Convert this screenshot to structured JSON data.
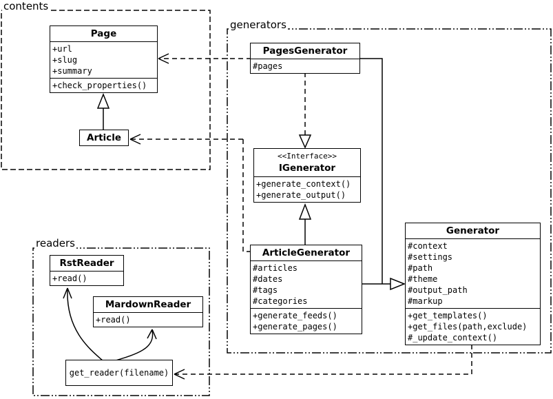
{
  "diagram": {
    "type": "uml-class-diagram",
    "colors": {
      "line": "#000000",
      "background": "#ffffff",
      "box_fill": "#ffffff"
    }
  },
  "packages": {
    "contents": {
      "label": "contents"
    },
    "generators": {
      "label": "generators"
    },
    "readers": {
      "label": "readers"
    }
  },
  "classes": {
    "page": {
      "name": "Page",
      "attrs": [
        "+url",
        "+slug",
        "+summary"
      ],
      "methods": [
        "+check_properties()"
      ]
    },
    "article": {
      "name": "Article"
    },
    "pages_generator": {
      "name": "PagesGenerator",
      "attrs": [
        "#pages"
      ]
    },
    "igenerator": {
      "stereotype": "<<Interface>>",
      "name": "IGenerator",
      "methods": [
        "+generate_context()",
        "+generate_output()"
      ]
    },
    "article_generator": {
      "name": "ArticleGenerator",
      "attrs": [
        "#articles",
        "#dates",
        "#tags",
        "#categories"
      ],
      "methods": [
        "+generate_feeds()",
        "+generate_pages()"
      ]
    },
    "generator": {
      "name": "Generator",
      "attrs": [
        "#context",
        "#settings",
        "#path",
        "#theme",
        "#output_path",
        "#markup"
      ],
      "methods": [
        "+get_templates()",
        "+get_files(path,exclude)",
        "#_update_context()"
      ]
    },
    "rst_reader": {
      "name": "RstReader",
      "methods": [
        "+read()"
      ]
    },
    "markdown_reader": {
      "name": "MardownReader",
      "methods": [
        "+read()"
      ]
    },
    "get_reader": {
      "name": "get_reader(filename)"
    }
  },
  "relationships": [
    {
      "from": "PagesGenerator",
      "to": "Page",
      "type": "dependency"
    },
    {
      "from": "ArticleGenerator",
      "to": "Article",
      "type": "dependency"
    },
    {
      "from": "Article",
      "to": "Page",
      "type": "inheritance"
    },
    {
      "from": "PagesGenerator",
      "to": "IGenerator",
      "type": "realization"
    },
    {
      "from": "ArticleGenerator",
      "to": "IGenerator",
      "type": "inheritance"
    },
    {
      "from": "PagesGenerator",
      "to": "Generator",
      "type": "inheritance"
    },
    {
      "from": "ArticleGenerator",
      "to": "Generator",
      "type": "inheritance"
    },
    {
      "from": "Generator",
      "to": "get_reader(filename)",
      "type": "dependency"
    },
    {
      "from": "get_reader(filename)",
      "to": "RstReader",
      "type": "call"
    },
    {
      "from": "get_reader(filename)",
      "to": "MardownReader",
      "type": "call"
    }
  ]
}
